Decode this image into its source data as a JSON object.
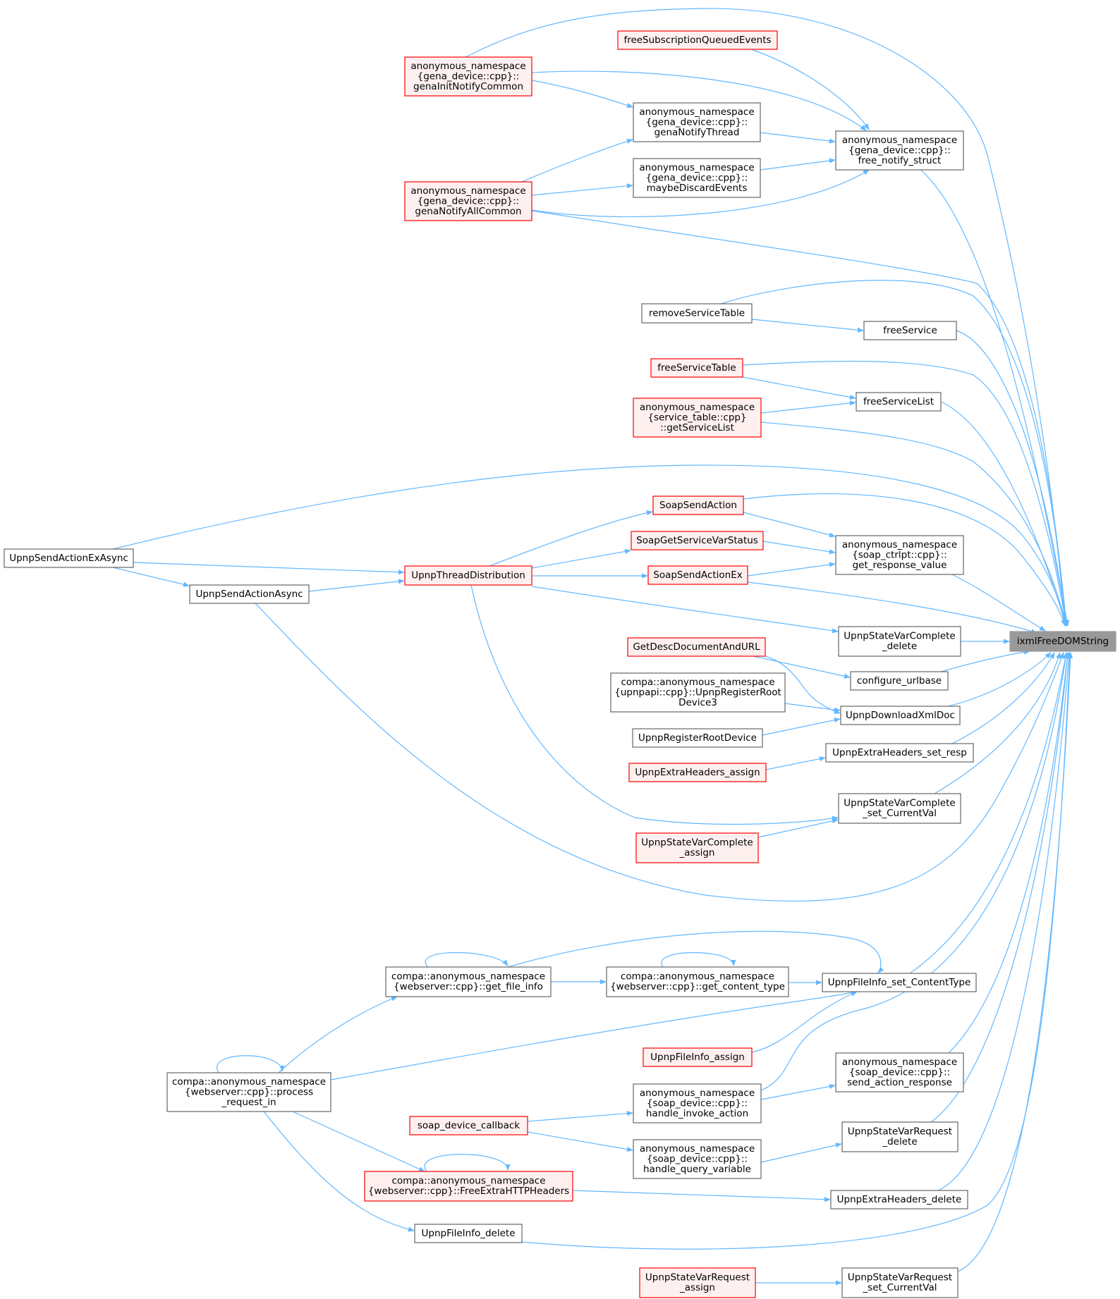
{
  "graph": {
    "colors": {
      "edge": "#63b8ff",
      "node_border": "#666666",
      "node_fill": "#ffffff",
      "truncated_border": "#ff0000",
      "truncated_fill": "#fff0f0",
      "focus_border": "#999999",
      "focus_fill": "#999999"
    },
    "nodes": [
      {
        "id": "ixml",
        "lines": [
          "ixmlFreeDOMString"
        ],
        "style": "focus"
      },
      {
        "id": "gInit",
        "lines": [
          "anonymous_namespace",
          "{gena_device::cpp}::",
          "genaInitNotifyCommon"
        ],
        "style": "truncated"
      },
      {
        "id": "freeSubQ",
        "lines": [
          "freeSubscriptionQueuedEvents"
        ],
        "style": "truncated"
      },
      {
        "id": "gNotifyThread",
        "lines": [
          "anonymous_namespace",
          "{gena_device::cpp}::",
          "genaNotifyThread"
        ],
        "style": "normal"
      },
      {
        "id": "freeNotify",
        "lines": [
          "anonymous_namespace",
          "{gena_device::cpp}::",
          "free_notify_struct"
        ],
        "style": "normal"
      },
      {
        "id": "maybeDiscard",
        "lines": [
          "anonymous_namespace",
          "{gena_device::cpp}::",
          "maybeDiscardEvents"
        ],
        "style": "normal"
      },
      {
        "id": "gAll",
        "lines": [
          "anonymous_namespace",
          "{gena_device::cpp}::",
          "genaNotifyAllCommon"
        ],
        "style": "truncated"
      },
      {
        "id": "removeST",
        "lines": [
          "removeServiceTable"
        ],
        "style": "normal"
      },
      {
        "id": "freeService",
        "lines": [
          "freeService"
        ],
        "style": "normal"
      },
      {
        "id": "freeST",
        "lines": [
          "freeServiceTable"
        ],
        "style": "truncated"
      },
      {
        "id": "freeSL",
        "lines": [
          "freeServiceList"
        ],
        "style": "normal"
      },
      {
        "id": "getSL",
        "lines": [
          "anonymous_namespace",
          "{service_table::cpp}",
          "::getServiceList"
        ],
        "style": "truncated"
      },
      {
        "id": "soapSend",
        "lines": [
          "SoapSendAction"
        ],
        "style": "truncated"
      },
      {
        "id": "exAsync",
        "lines": [
          "UpnpSendActionExAsync"
        ],
        "style": "normal"
      },
      {
        "id": "soapGet",
        "lines": [
          "SoapGetServiceVarStatus"
        ],
        "style": "truncated"
      },
      {
        "id": "getResp",
        "lines": [
          "anonymous_namespace",
          "{soap_ctrlpt::cpp}::",
          "get_response_value"
        ],
        "style": "normal"
      },
      {
        "id": "threadDist",
        "lines": [
          "UpnpThreadDistribution"
        ],
        "style": "truncated"
      },
      {
        "id": "soapSendEx",
        "lines": [
          "SoapSendActionEx"
        ],
        "style": "truncated"
      },
      {
        "id": "sendAsync",
        "lines": [
          "UpnpSendActionAsync"
        ],
        "style": "normal"
      },
      {
        "id": "svcDelete",
        "lines": [
          "UpnpStateVarComplete",
          "_delete"
        ],
        "style": "normal"
      },
      {
        "id": "getDesc",
        "lines": [
          "GetDescDocumentAndURL"
        ],
        "style": "truncated"
      },
      {
        "id": "cfgUrl",
        "lines": [
          "configure_urlbase"
        ],
        "style": "normal"
      },
      {
        "id": "regRoot3",
        "lines": [
          "compa::anonymous_namespace",
          "{upnpapi::cpp}::UpnpRegisterRoot",
          "Device3"
        ],
        "style": "normal"
      },
      {
        "id": "dlXml",
        "lines": [
          "UpnpDownloadXmlDoc"
        ],
        "style": "normal"
      },
      {
        "id": "regRoot",
        "lines": [
          "UpnpRegisterRootDevice"
        ],
        "style": "normal"
      },
      {
        "id": "ehSetResp",
        "lines": [
          "UpnpExtraHeaders_set_resp"
        ],
        "style": "normal"
      },
      {
        "id": "ehAssign",
        "lines": [
          "UpnpExtraHeaders_assign"
        ],
        "style": "truncated"
      },
      {
        "id": "svcSetCur",
        "lines": [
          "UpnpStateVarComplete",
          "_set_CurrentVal"
        ],
        "style": "normal"
      },
      {
        "id": "svcAssign",
        "lines": [
          "UpnpStateVarComplete",
          "_assign"
        ],
        "style": "truncated"
      },
      {
        "id": "getFileInfo",
        "lines": [
          "compa::anonymous_namespace",
          "{webserver::cpp}::get_file_info"
        ],
        "style": "normal"
      },
      {
        "id": "getCT",
        "lines": [
          "compa::anonymous_namespace",
          "{webserver::cpp}::get_content_type"
        ],
        "style": "normal"
      },
      {
        "id": "fiSetCT",
        "lines": [
          "UpnpFileInfo_set_ContentType"
        ],
        "style": "normal"
      },
      {
        "id": "fiAssign",
        "lines": [
          "UpnpFileInfo_assign"
        ],
        "style": "truncated"
      },
      {
        "id": "processReq",
        "lines": [
          "compa::anonymous_namespace",
          "{webserver::cpp}::process",
          "_request_in"
        ],
        "style": "normal"
      },
      {
        "id": "sendActResp",
        "lines": [
          "anonymous_namespace",
          "{soap_device::cpp}::",
          "send_action_response"
        ],
        "style": "normal"
      },
      {
        "id": "handleInvoke",
        "lines": [
          "anonymous_namespace",
          "{soap_device::cpp}::",
          "handle_invoke_action"
        ],
        "style": "normal"
      },
      {
        "id": "soapDevCb",
        "lines": [
          "soap_device_callback"
        ],
        "style": "truncated"
      },
      {
        "id": "svrDelete",
        "lines": [
          "UpnpStateVarRequest",
          "_delete"
        ],
        "style": "normal"
      },
      {
        "id": "handleQuery",
        "lines": [
          "anonymous_namespace",
          "{soap_device::cpp}::",
          "handle_query_variable"
        ],
        "style": "normal"
      },
      {
        "id": "freeExtra",
        "lines": [
          "compa::anonymous_namespace",
          "{webserver::cpp}::FreeExtraHTTPHeaders"
        ],
        "style": "truncated"
      },
      {
        "id": "ehDelete",
        "lines": [
          "UpnpExtraHeaders_delete"
        ],
        "style": "normal"
      },
      {
        "id": "fiDelete",
        "lines": [
          "UpnpFileInfo_delete"
        ],
        "style": "normal"
      },
      {
        "id": "svrAssign",
        "lines": [
          "UpnpStateVarRequest",
          "_assign"
        ],
        "style": "truncated"
      },
      {
        "id": "svrSetCur",
        "lines": [
          "UpnpStateVarRequest",
          "_set_CurrentVal"
        ],
        "style": "normal"
      }
    ]
  }
}
